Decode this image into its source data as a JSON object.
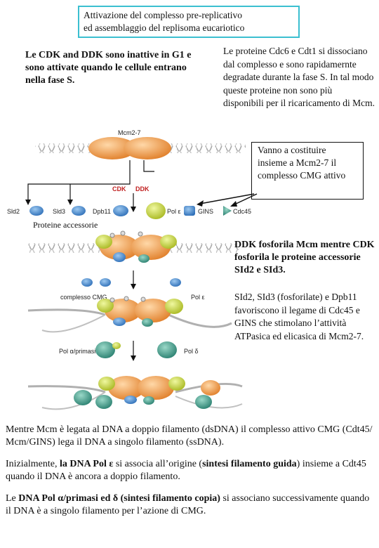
{
  "title": {
    "line1": "Attivazione del complesso pre-replicativo",
    "line2": "ed assemblaggio del replisoma eucariotico"
  },
  "cdk_note": "Le CDK and DDK sono inattive in G1 e sono attivate quando le cellule entrano nella fase S.",
  "cdc6_note": "Le proteine Cdc6 e Cdt1 si dissociano dal complesso e sono rapidamernte degradate durante la fase S. In tal modo queste proteine non sono più disponibili per il ricaricamento di Mcm.",
  "cmg_note": "Vanno a costituire insieme a Mcm2-7 il complesso CMG attivo",
  "ddk_note": "DDK fosforila Mcm mentre CDK fosforila le proteine accessorie SId2 e SId3.",
  "sld_note": "SId2, SId3 (fosforilate) e Dpb11 favoriscono il legame di Cdc45 e GINS che stimolano l’attività ATPasica ed elicasica di Mcm2-7.",
  "accessory_label": "Proteine accessorie",
  "diagram_labels": {
    "mcm": "Mcm2-7",
    "cdk": "CDK",
    "ddk": "DDK",
    "sld2": "Sld2",
    "sld3": "Sld3",
    "dpb11": "Dpb11",
    "pol_e": "Pol ε",
    "gins": "GINS",
    "cdc45": "Cdc45",
    "cmg": "complesso CMG",
    "pol_e2": "Pol ε",
    "pol_a": "Pol α/primasi",
    "pol_d": "Pol δ"
  },
  "bottom": {
    "p1": "Mentre Mcm è legata al DNA a doppio filamento (dsDNA) il complesso attivo CMG (Cdt45/ Mcm/GINS) lega il DNA a singolo filamento (ssDNA).",
    "p2_a": "Inizialmente, ",
    "p2_b": "la DNA Pol  ε",
    "p2_c": " si associa all’origine (",
    "p2_d": "sintesi filamento guida",
    "p2_e": ") insieme a Cdt45 quando il DNA è ancora a doppio filamento.",
    "p3_a": "Le ",
    "p3_b": "DNA Pol α/primasi ed δ (sintesi filamento copia)",
    "p3_c": " si associano successivamente quando il DNA è a singolo filamento per l’azione di CMG."
  },
  "colors": {
    "title_border": "#3bbfd0",
    "mcm": "#f0a050",
    "kinase_red": "#c02020",
    "blue_protein": "#3a80c8",
    "yellow_green": "#c8d838",
    "teal": "#3a9a88",
    "dna": "#b0b0b0"
  }
}
